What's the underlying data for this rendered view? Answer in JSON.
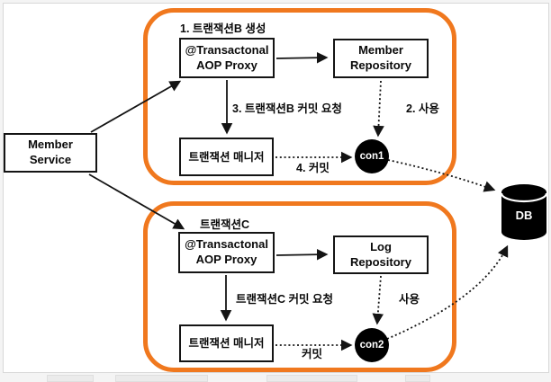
{
  "diagram": {
    "member_service": {
      "line1": "Member",
      "line2": "Service"
    },
    "db_label": "DB",
    "group_b": {
      "title": "1. 트랜잭션B 생성",
      "aop_proxy_line1": "@Transactonal",
      "aop_proxy_line2": "AOP Proxy",
      "repository_line1": "Member",
      "repository_line2": "Repository",
      "tx_manager": "트랜잭션 매니저",
      "commit_request": "3. 트랜잭션B 커밋 요청",
      "use": "2. 사용",
      "commit": "4. 커밋",
      "connection": "con1"
    },
    "group_c": {
      "title": "트랜잭션C",
      "aop_proxy_line1": "@Transactonal",
      "aop_proxy_line2": "AOP Proxy",
      "repository_line1": "Log",
      "repository_line2": "Repository",
      "tx_manager": "트랜잭션 매니저",
      "commit_request": "트랜잭션C 커밋 요청",
      "use": "사용",
      "commit": "커밋",
      "connection": "con2"
    },
    "colors": {
      "accent_orange": "#f0781e",
      "line_black": "#141414",
      "node_fill_black": "#000000",
      "slide_border_gray": "#d8d8d8"
    }
  }
}
